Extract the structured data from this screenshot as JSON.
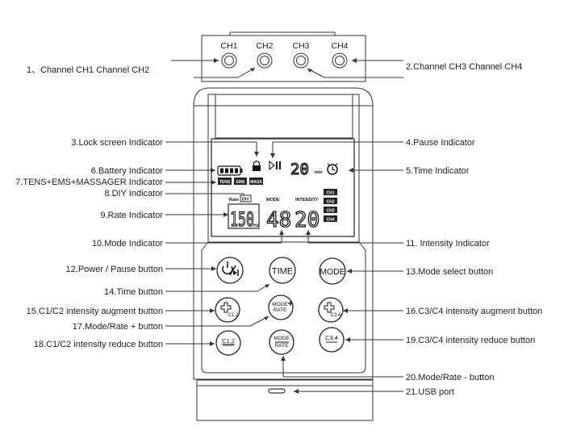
{
  "channels": [
    "CH1",
    "CH2",
    "CH3",
    "CH4"
  ],
  "callouts": {
    "c1": "1、Channel CH1   Channel CH2",
    "c2": "2.Channel CH3   Channel CH4",
    "c3": "3.Lock screen  Indicator",
    "c4": "4.Pause Indicator",
    "c5": "5.Time Indicator",
    "c6": "6.Battery Indicator",
    "c7": "7.TENS+EMS+MASSAGER  Indicator",
    "c8": "8.DIY Indicator",
    "c9": "9.Rate Indicator",
    "c10": "10.Mode  Indicator",
    "c11": "11. Intensity Indicator",
    "c12": "12.Power / Pause button",
    "c13": "13.Mode select button",
    "c14": "14.Time  button",
    "c15": "15.C1/C2 intensity augment button",
    "c16": "16.C3/C4 intensity augment button",
    "c17": "17.Mode/Rate + button",
    "c18": "18.C1/C2 intensity reduce button",
    "c19": "19.C3/C4 intensity reduce button",
    "c20": "20.Mode/Rate - button",
    "c21": "21.USB port"
  },
  "lcd": {
    "time_value": "20",
    "time_unit": "min",
    "mode_tags": [
      "TENS",
      "EMS",
      "MASS"
    ],
    "rate_label": "Rate",
    "diy_label": "DIY",
    "mode_label": "MODE",
    "intensity_label": "INTENSITY",
    "rate_value": "150",
    "rate_unit": "Hz",
    "mode_value": "48",
    "intensity_value": "20",
    "channel_tags": [
      "CH1",
      "CH2",
      "CH3",
      "CH4"
    ]
  },
  "buttons": {
    "time": "TIME",
    "mode": "MODE",
    "c12_plus": "C1.2",
    "c34_plus": "C3.4",
    "mode_rate_line1": "MODE",
    "mode_rate_line2": "RATE",
    "c12_minus": "C1.2",
    "c34_minus": "C3.4"
  }
}
